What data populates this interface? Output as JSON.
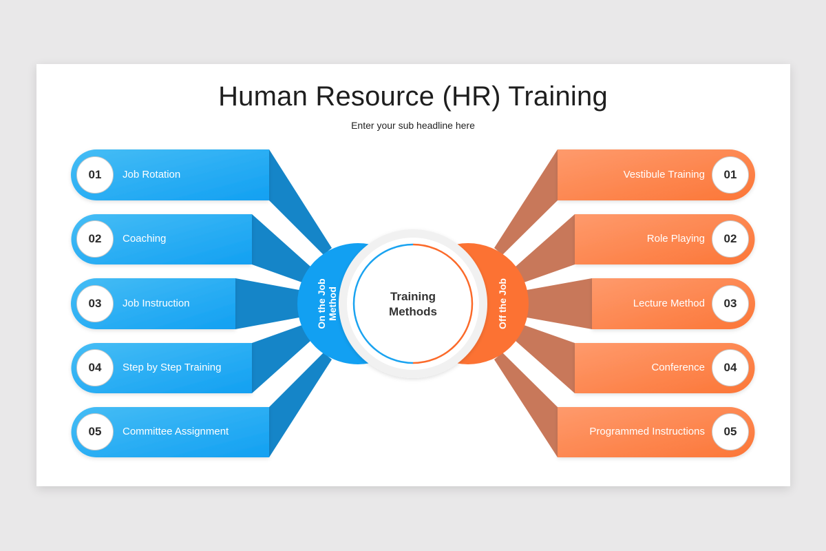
{
  "header": {
    "title": "Human Resource (HR) Training",
    "subtitle": "Enter your sub headline here"
  },
  "center": {
    "label_line1": "Training",
    "label_line2": "Methods"
  },
  "left_group": {
    "label_line1": "On the Job",
    "label_line2": "Method",
    "color": "#1aa3f0",
    "connector_color": "#1585c8",
    "items": [
      {
        "number": "01",
        "label": "Job Rotation"
      },
      {
        "number": "02",
        "label": "Coaching"
      },
      {
        "number": "03",
        "label": "Job Instruction"
      },
      {
        "number": "04",
        "label": "Step by Step Training"
      },
      {
        "number": "05",
        "label": "Committee Assignment"
      }
    ]
  },
  "right_group": {
    "label_line1": "Off the Job",
    "color": "#fb7a3c",
    "connector_color": "#c8785a",
    "items": [
      {
        "number": "01",
        "label": "Vestibule Training"
      },
      {
        "number": "02",
        "label": "Role Playing"
      },
      {
        "number": "03",
        "label": "Lecture Method"
      },
      {
        "number": "04",
        "label": "Conference"
      },
      {
        "number": "05",
        "label": "Programmed Instructions"
      }
    ]
  }
}
